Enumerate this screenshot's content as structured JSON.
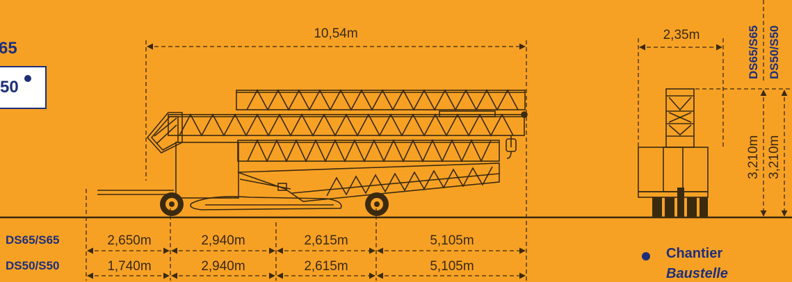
{
  "left_labels": {
    "model_a_fragment": "65",
    "model_b_fragment": "50"
  },
  "side_view": {
    "total_length": "10,54m",
    "row_a": {
      "model": "DS65/S65",
      "dims": [
        "2,650m",
        "2,940m",
        "2,615m",
        "5,105m"
      ]
    },
    "row_b": {
      "model": "DS50/S50",
      "dims": [
        "1,740m",
        "2,940m",
        "2,615m",
        "5,105m"
      ]
    }
  },
  "end_view": {
    "width": "2,35m",
    "height_a": {
      "model": "DS65/S65",
      "value": "3,210m"
    },
    "height_b": {
      "model": "DS50/S50",
      "value": "3,210m"
    }
  },
  "legend": {
    "label": "Chantier",
    "sublabel": "Baustelle"
  },
  "colors": {
    "background": "#F7A124",
    "line": "#3A2A10",
    "accent": "#1E2F7A",
    "box": "#FFFFFF"
  }
}
